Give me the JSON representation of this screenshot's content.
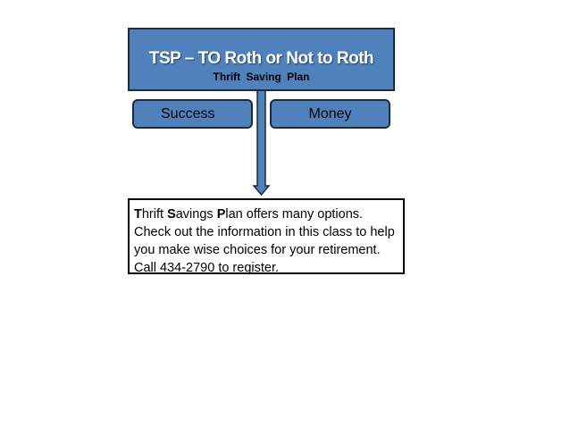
{
  "header": {
    "title": "TSP – TO Roth or Not to Roth",
    "subtitle": "Thrift  Saving  Plan"
  },
  "boxes": {
    "left": "Success",
    "right": "Money"
  },
  "note": {
    "b1": "T",
    "t1": "hrift ",
    "b2": "S",
    "t2": "avings ",
    "b3": "P",
    "t3": "lan offers many options. Check out the information in this class to help you make wise choices for your retirement. Call 434-2790 to register."
  },
  "colors": {
    "fill": "#4f81bd",
    "border": "#1f2a3a"
  }
}
